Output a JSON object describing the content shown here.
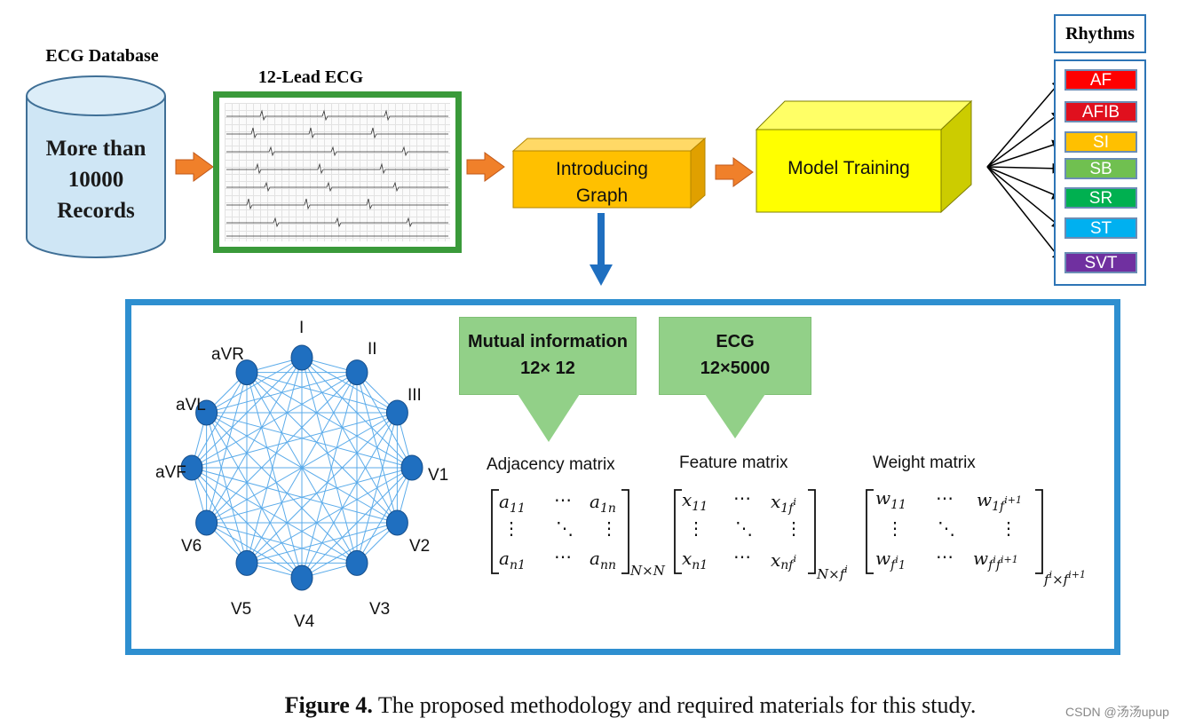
{
  "database": {
    "title": "ECG Database",
    "lines": [
      "More than",
      "10000",
      "Records"
    ]
  },
  "ecg_image": {
    "title": "12-Lead ECG"
  },
  "steps": {
    "introducing_graph": [
      "Introducing",
      "Graph"
    ],
    "model_training": "Model Training"
  },
  "rhythms": {
    "title": "Rhythms",
    "items": [
      {
        "label": "AF",
        "color": "#ff0000"
      },
      {
        "label": "AFIB",
        "color": "#e0101e"
      },
      {
        "label": "SI",
        "color": "#ffc000"
      },
      {
        "label": "SB",
        "color": "#70c050"
      },
      {
        "label": "SR",
        "color": "#00b050"
      },
      {
        "label": "ST",
        "color": "#00b0f0"
      },
      {
        "label": "SVT",
        "color": "#7030a0"
      }
    ]
  },
  "graph": {
    "leads": [
      "I",
      "II",
      "III",
      "V1",
      "V2",
      "V3",
      "V4",
      "V5",
      "V6",
      "aVF",
      "aVL",
      "aVR"
    ],
    "node_color": "#1f6fc0",
    "edge_color": "#4aa3e8"
  },
  "inputs": {
    "mutual_information": {
      "title": "Mutual information",
      "size": "12× 12"
    },
    "ecg": {
      "title": "ECG",
      "size": "12×5000"
    }
  },
  "matrices": {
    "adjacency": {
      "title": "Adjacency matrix",
      "subscript": "N×N"
    },
    "feature": {
      "title": "Feature matrix",
      "subscript": "N×f^i"
    },
    "weight": {
      "title": "Weight  matrix",
      "subscript": "f^i×f^(i+1)"
    }
  },
  "caption": {
    "label": "Figure 4.",
    "text": " The proposed methodology and required materials for this study."
  },
  "watermark": "CSDN @汤汤upup"
}
